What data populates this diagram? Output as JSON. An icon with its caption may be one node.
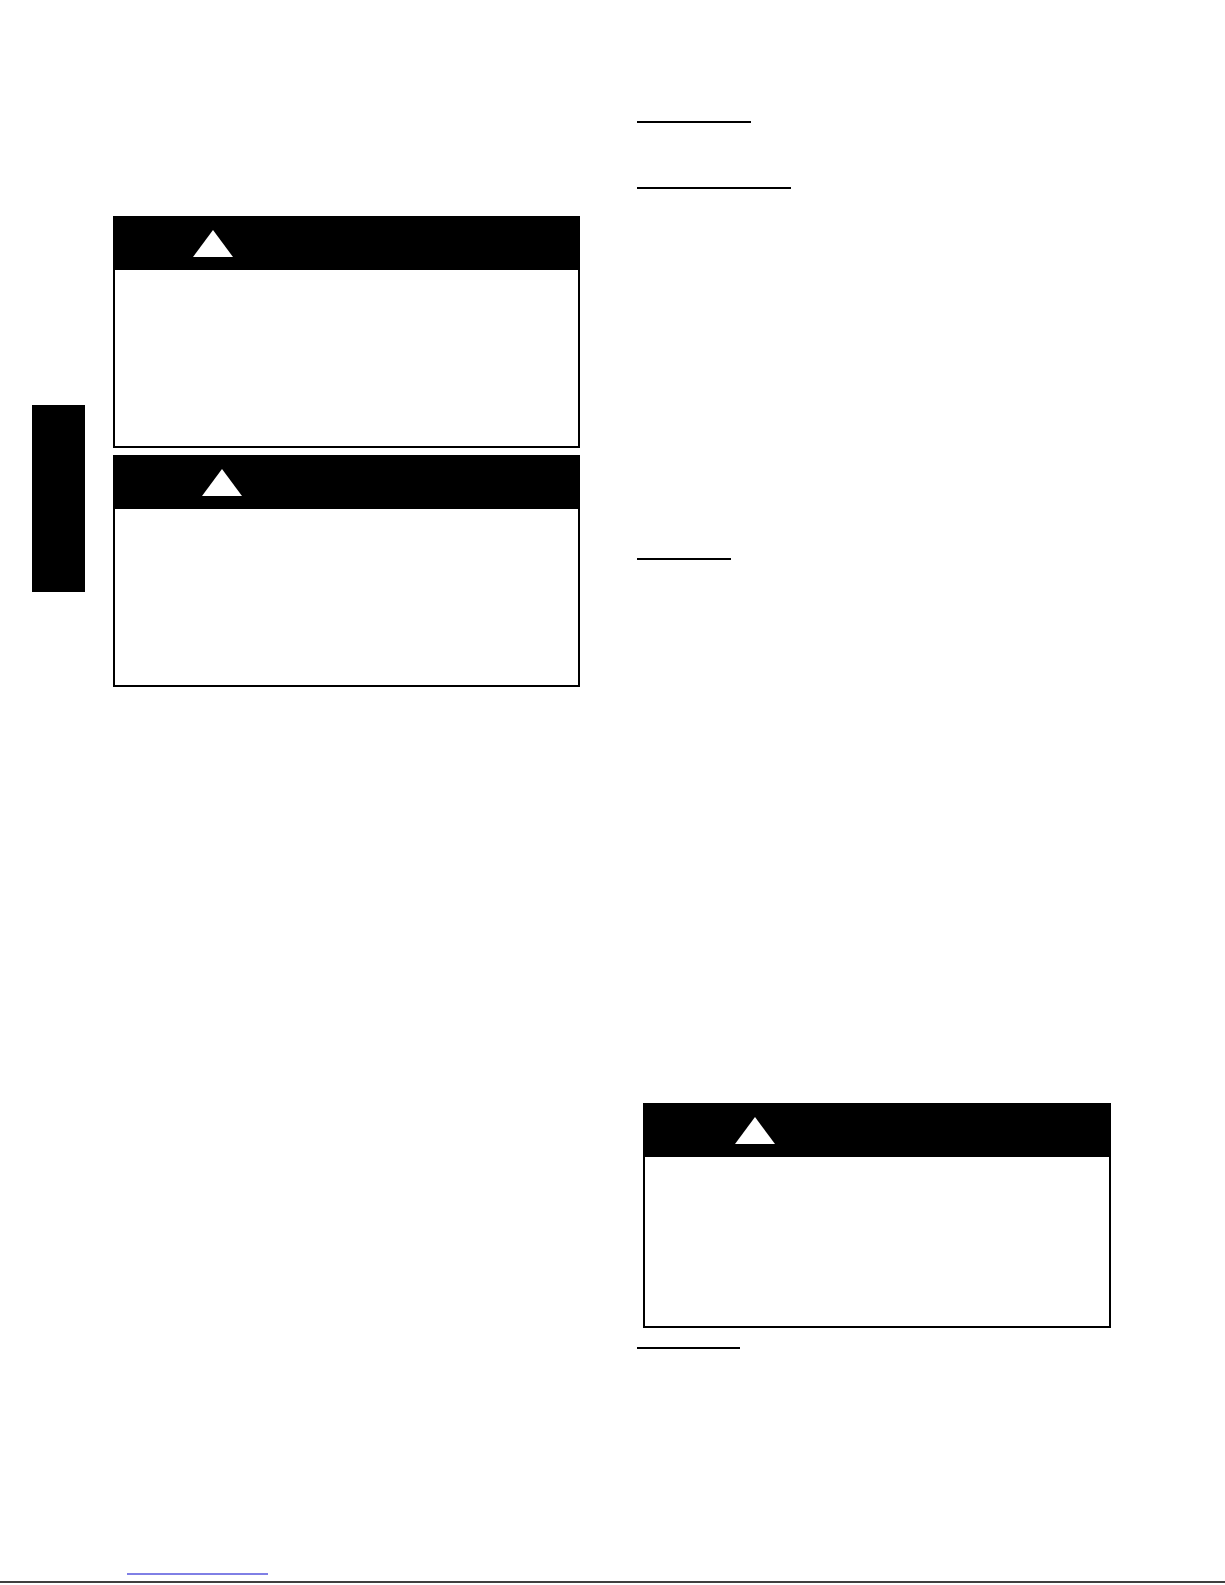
{
  "diagram": {
    "nodes": [
      {
        "text": [],
        "shape": "box"
      },
      {
        "text": [],
        "shape": "box"
      },
      {
        "text": [],
        "shape": "box"
      },
      {
        "text": [],
        "shape": "bar"
      }
    ]
  }
}
